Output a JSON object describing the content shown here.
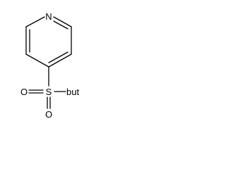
{
  "molecule": {
    "atoms": {
      "nitrogen": "N",
      "sulfur": "S",
      "oxygen_left": "O",
      "oxygen_bottom": "O",
      "substituent": "but"
    }
  }
}
